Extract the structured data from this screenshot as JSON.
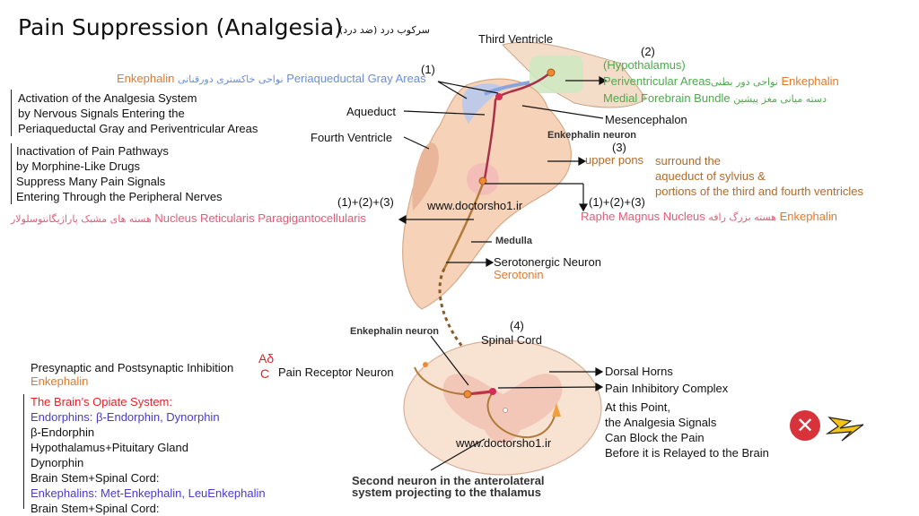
{
  "title": "Pain Suppression (Analgesia)",
  "title_fa": "سرکوب درد (ضد درد)",
  "third_ventricle": "Third Ventricle",
  "n1": "(1)",
  "n2": "(2)",
  "n3": "(3)",
  "n4": "(4)",
  "left_top": {
    "enkephalin": "Enkephalin",
    "fa": "نواحی خاکستری دورقناتی",
    "pag": "Periaqueductal Gray Areas"
  },
  "hypothalamus": "(Hypothalamus)",
  "periventricular": "Periventricular Areas",
  "periventricular_fa": "نواحی دور بطنی",
  "periventricular_enk": "Enkephalin",
  "mfb": "Medial Forebrain Bundle",
  "mfb_fa": "دسته میانی مغز پیشین",
  "aqueduct": "Aqueduct",
  "mesencephalon": "Mesencephalon",
  "fourth_ventricle": "Fourth Ventricle",
  "enkephalin_neuron_top": "Enkephalin neuron",
  "activation": [
    "Activation of the Analgesia System",
    "by Nervous Signals Entering the",
    "Periaqueductal Gray and Periventricular Areas"
  ],
  "inactivation": [
    "Inactivation of Pain Pathways",
    "by Morphine-Like Drugs",
    "Suppress Many Pain Signals",
    "Entering Through the Peripheral Nerves"
  ],
  "upper_pons": "upper pons",
  "surround": [
    "surround the",
    "aqueduct of sylvius &",
    "portions of the third and fourth ventricles"
  ],
  "combo_left": "(1)+(2)+(3)",
  "combo_right": "(1)+(2)+(3)",
  "website_top": "www.doctorsho1.ir",
  "nrpg_fa": "هسته های مشبک پاراژیگانتوسلولار",
  "nrpg": "Nucleus Reticularis Paragigantocellularis",
  "raphe": "Raphe Magnus Nucleus",
  "raphe_fa": "هسته بزرگ رافه",
  "raphe_enk": "Enkephalin",
  "medulla": "Medulla",
  "serotonergic": "Serotonergic Neuron",
  "serotonin": "Serotonin",
  "enkephalin_neuron_bottom": "Enkephalin neuron",
  "spinal_cord": "Spinal Cord",
  "presynaptic": "Presynaptic and Postsynaptic Inhibition",
  "presynaptic_enk": "Enkephalin",
  "fiber_a": "Aδ",
  "fiber_c": "C",
  "pain_receptor": "Pain Receptor Neuron",
  "dorsal_horns": "Dorsal Horns",
  "pain_inhibitory": "Pain Inhibitory Complex",
  "at_this_point": [
    "At this Point,",
    "the Analgesia Signals",
    "Can Block the Pain",
    "Before it is Relayed to the Brain"
  ],
  "website_bottom": "www.doctorsho1.ir",
  "second_neuron": [
    "Second neuron in the anterolateral",
    "system projecting to the thalamus"
  ],
  "opiate": {
    "heading": "The Brain’s Opiate System:",
    "endorphins": "Endorphins: β-Endorphin, Dynorphin",
    "beta": "β-Endorphin",
    "hypo": "Hypothalamus+Pituitary Gland",
    "dyn": "Dynorphin",
    "bs1": "Brain Stem+Spinal Cord:",
    "enkephalins": "Enkephalins: Met-Enkephalin, LeuEnkephalin",
    "bs2": "Brain Stem+Spinal Cord:"
  },
  "colors": {
    "orange": "#e07a2e",
    "blue": "#6a8ed6",
    "green": "#4daa4d",
    "pink": "#e25c78",
    "red": "#e02424",
    "purple": "#4a3ad0",
    "brainstem": "#f6d2b8"
  },
  "icons": [
    "stop-x-icon",
    "lightning-bolt-icon"
  ]
}
